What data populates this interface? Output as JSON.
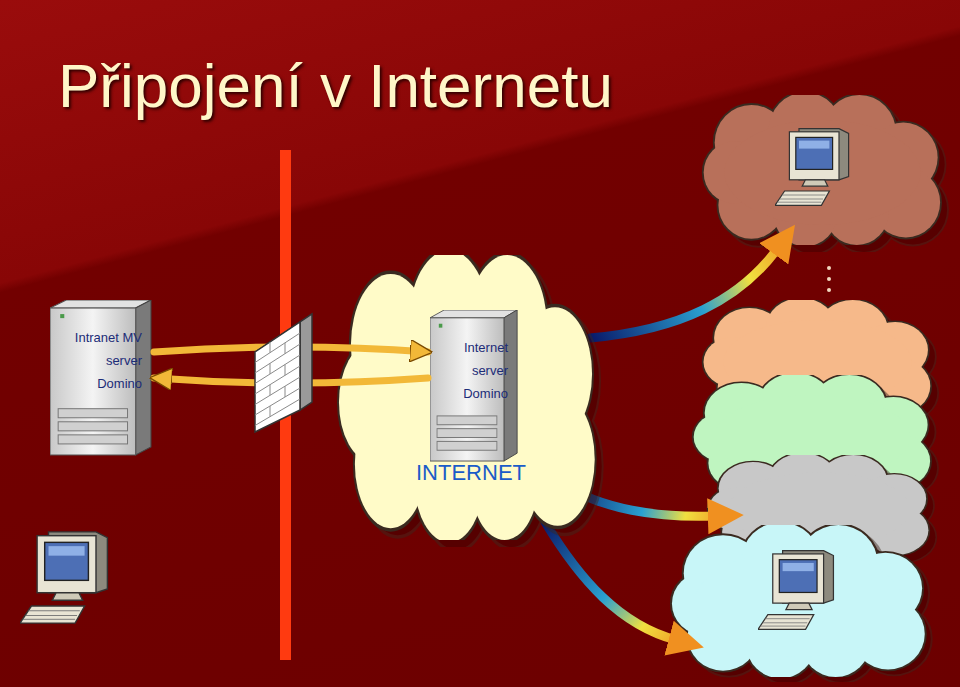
{
  "diagram": {
    "title": "Připojení v Internetu",
    "nodes": [
      {
        "text": [
          "Intranet MV",
          "server",
          "Domino"
        ]
      },
      {
        "text": [
          "INTERNET"
        ]
      },
      {
        "text": [
          "Internet",
          "server",
          "Domino"
        ],
        "in": 1
      }
    ],
    "edges": [
      {
        "from": 0,
        "to": 2,
        "arrow": "to"
      },
      {
        "from": 2,
        "to": 0,
        "arrow": "to"
      }
    ]
  }
}
